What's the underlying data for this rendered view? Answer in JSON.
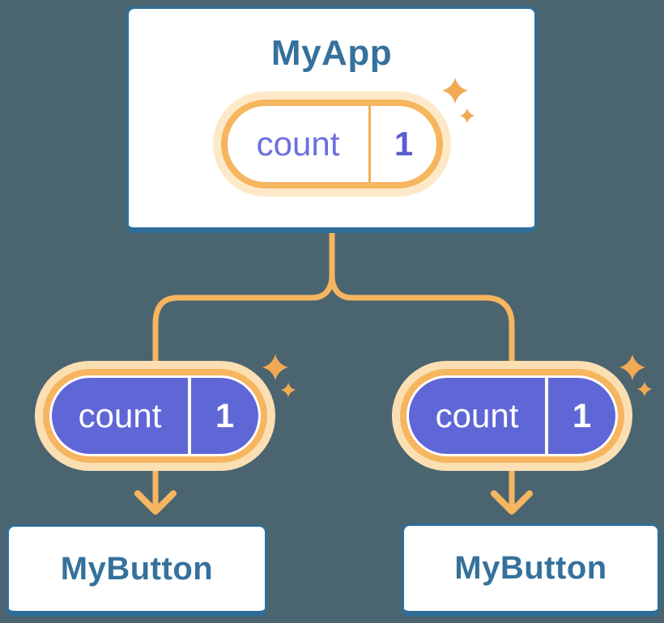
{
  "diagram": {
    "root": {
      "title": "MyApp",
      "state": {
        "label": "count",
        "value": "1"
      }
    },
    "children": [
      {
        "title": "MyButton",
        "prop": {
          "label": "count",
          "value": "1"
        }
      },
      {
        "title": "MyButton",
        "prop": {
          "label": "count",
          "value": "1"
        }
      }
    ],
    "icons": {
      "sparkle": "✦",
      "arrow_down": "↓"
    },
    "colors": {
      "background": "#4B6570",
      "card_fill": "#FFFFFF",
      "card_border_blue": "#2F6E99",
      "title_blue": "#35719C",
      "connector_orange": "#F6B55F",
      "pill_halo_light": "#FDE9C8",
      "pill_halo_dark": "#FBDFB2",
      "state_purple_fill": "#5F67D6",
      "state_text_purple": "#6B6FE0",
      "state_value_purple": "#5A5FD2",
      "sparkle_orange": "#F2A953",
      "pill_text_white": "#FFFFFF"
    }
  }
}
